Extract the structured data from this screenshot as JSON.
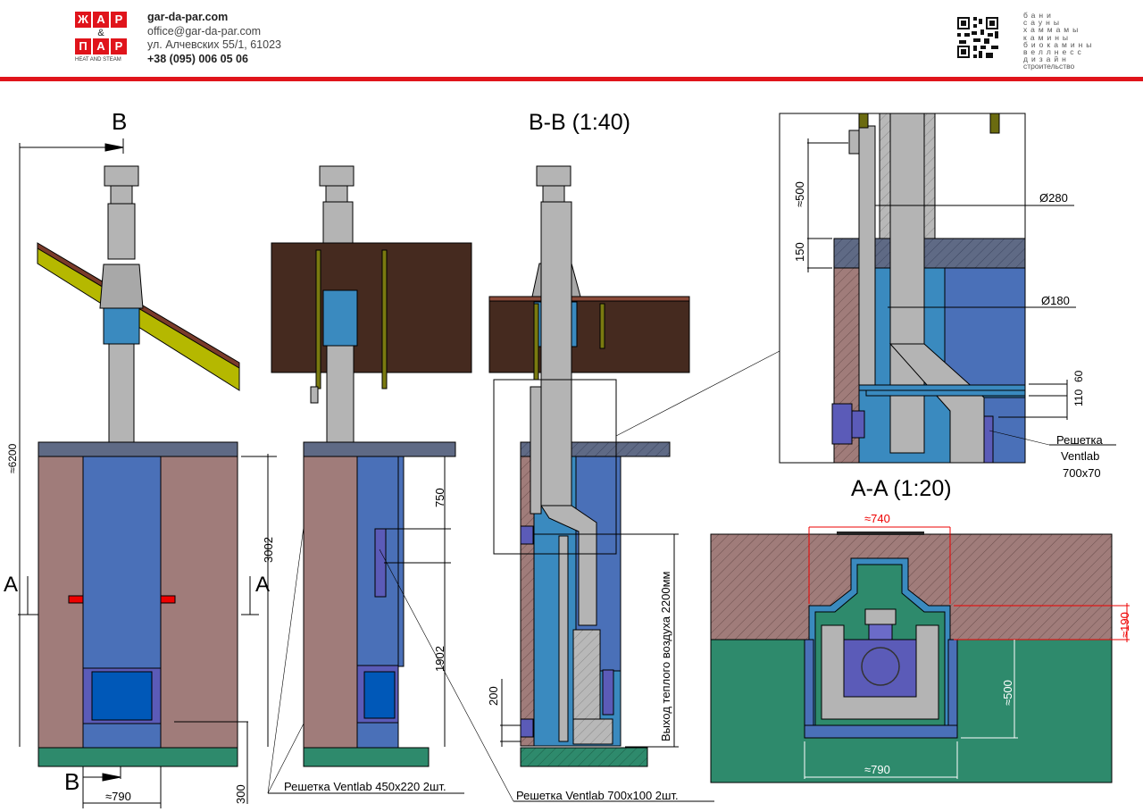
{
  "header": {
    "logo": {
      "top": [
        "Ж",
        "А",
        "Р"
      ],
      "amp": "&",
      "bottom": [
        "П",
        "А",
        "Р"
      ],
      "tagline": "HEAT AND STEAM"
    },
    "site": "gar-da-par.com",
    "email": "office@gar-da-par.com",
    "address": "ул. Алчевских 55/1, 61023",
    "phone": "+38 (095) 006 05 06",
    "services": [
      "бани",
      "сауны",
      "хаммамы",
      "камины",
      "биокамины",
      "веллнесс",
      "дизайн",
      "строительство"
    ]
  },
  "colors": {
    "accent": "#e0141b",
    "masonry": "#a07c7a",
    "insulation": "#4a70b8",
    "base": "#2e8a6c",
    "ceiling": "#452a1f",
    "pipe": "#b4b4b4"
  },
  "front_view": {
    "section_b": "B",
    "section_a": "A",
    "total_height": "≈6200",
    "body_height": "3002",
    "width": "≈790",
    "base": "300"
  },
  "side_view": {
    "dim_top": "750",
    "dim_grille": "1902",
    "grille_label": "Решетка Ventlab 450x220 2шт."
  },
  "section_bb": {
    "title": "B-B (1:40)",
    "warm_air": "Выход теплого воздуха 2200мм",
    "dim_low": "200",
    "grille_label": "Решетка Ventlab 700x100 2шт."
  },
  "detail_aa": {
    "title": "A-A (1:20)",
    "d280": "Ø280",
    "d180": "Ø180",
    "h500": "≈500",
    "h150": "150",
    "h60": "60",
    "h110": "110",
    "grille": [
      "Решетка",
      "Ventlab",
      "700x70"
    ]
  },
  "plan_view": {
    "w740": "≈740",
    "d190": "≈190",
    "d500": "≈500",
    "w790": "≈790"
  }
}
